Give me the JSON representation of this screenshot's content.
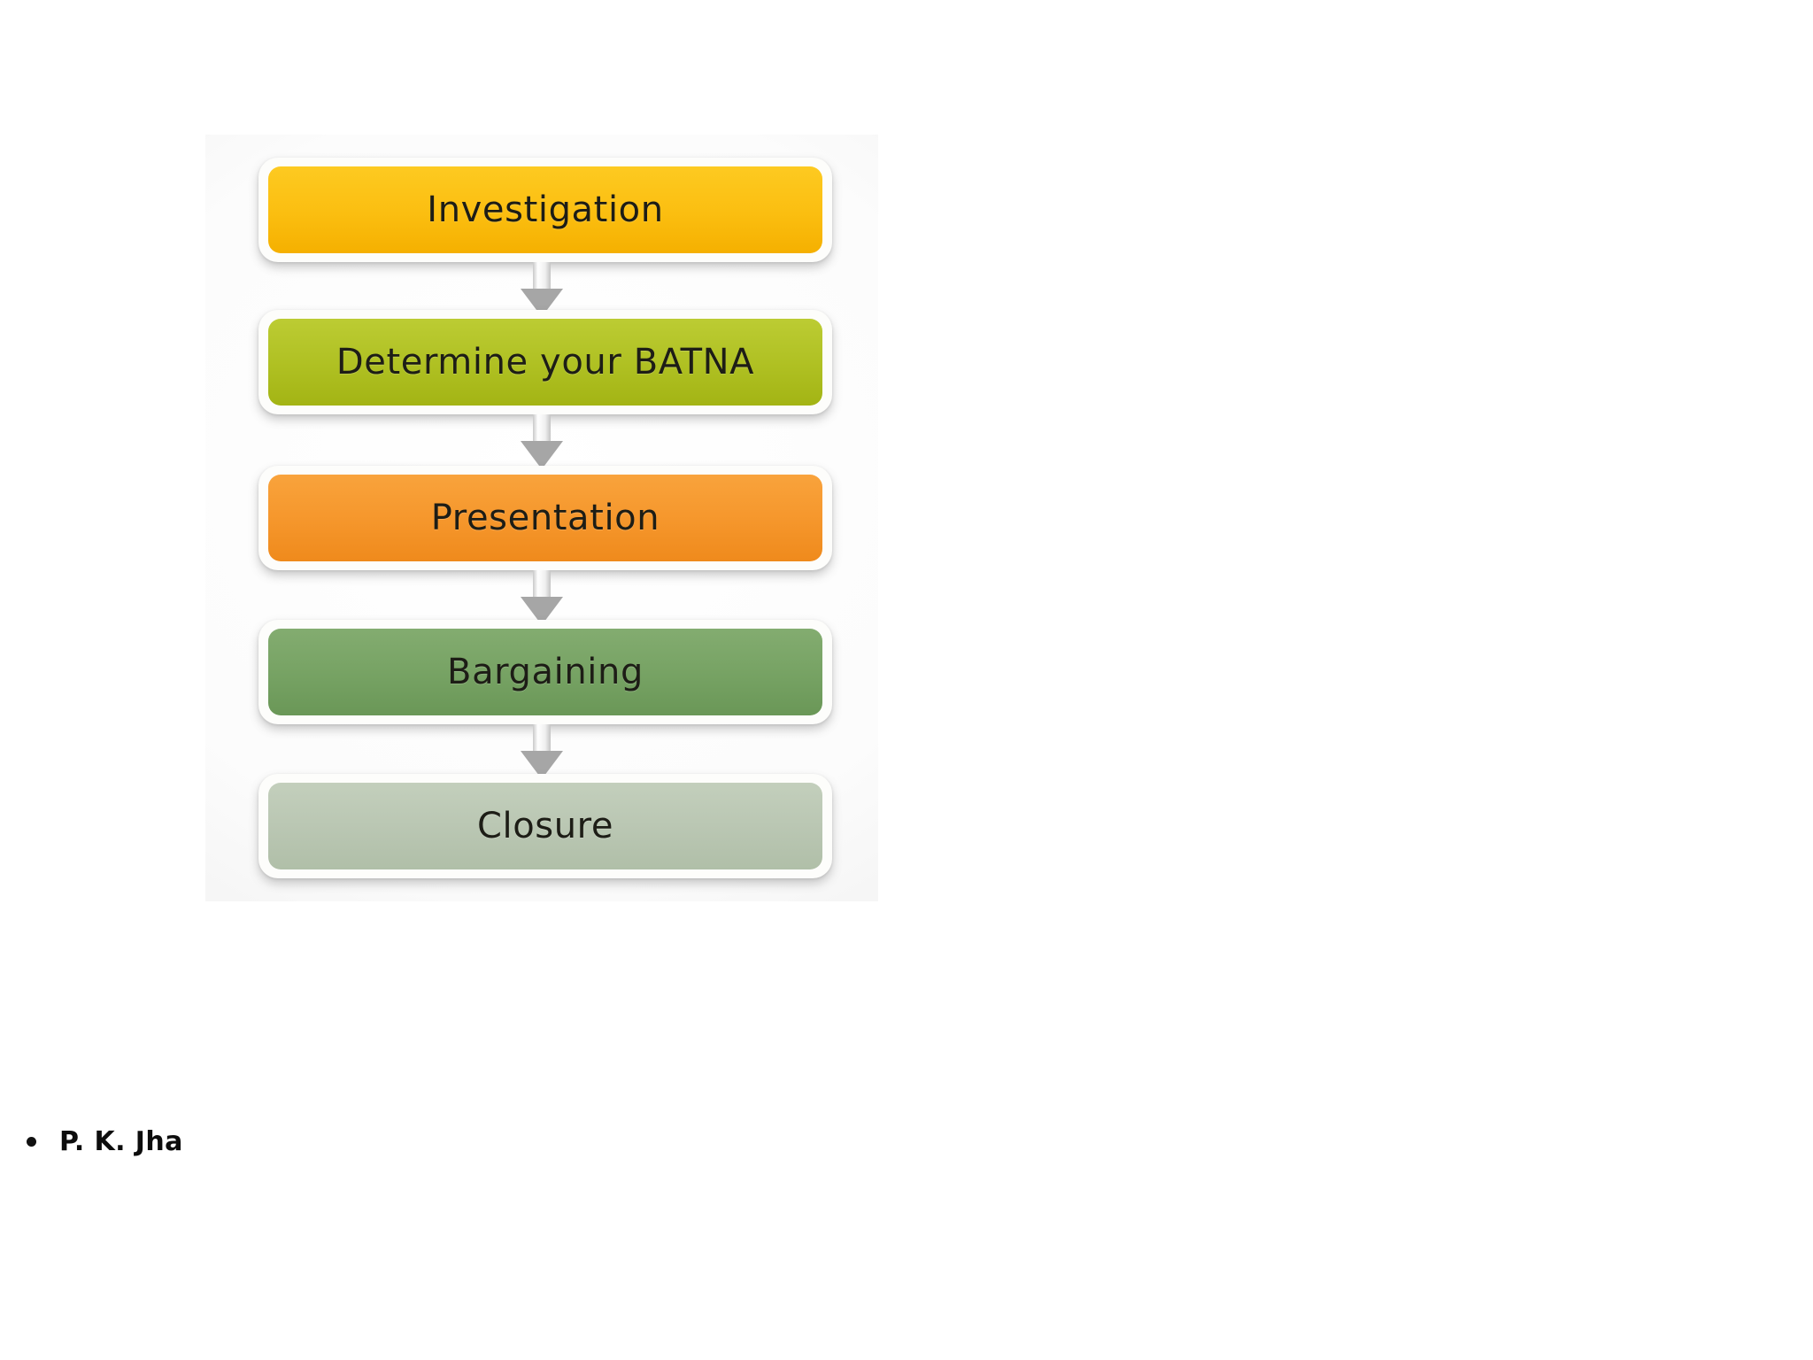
{
  "slide": {
    "background_color": "#ffffff",
    "author_bullet": {
      "bullet_glyph": "•",
      "text": "P. K. Jha"
    }
  },
  "figure": {
    "name": "negotiation-process-flowchart",
    "background_color": "#fbfbfb",
    "arrow_color": "#a6a6a6",
    "node_frame_color": "#fdfdfb",
    "label_color": "#1d1d16",
    "nodes": [
      {
        "id": "investigation",
        "label": "Investigation",
        "color": "#fbbe10",
        "color_top": "#fdca21",
        "color_bottom": "#f5b000"
      },
      {
        "id": "batna",
        "label": "Determine your BATNA",
        "color": "#afc022",
        "color_top": "#bccc33",
        "color_bottom": "#a3b414"
      },
      {
        "id": "presentation",
        "label": "Presentation",
        "color": "#f5962b",
        "color_top": "#f9a33c",
        "color_bottom": "#ef8a1c"
      },
      {
        "id": "bargaining",
        "label": "Bargaining",
        "color": "#76a263",
        "color_top": "#83ac70",
        "color_bottom": "#6a9757"
      },
      {
        "id": "closure",
        "label": "Closure",
        "color": "#b9c6b2",
        "color_top": "#c3cfbc",
        "color_bottom": "#b0bfa8"
      }
    ],
    "arrows": [
      {
        "id": "arrow-investigation-to-batna",
        "from": "investigation",
        "to": "batna",
        "direction": "down"
      },
      {
        "id": "arrow-batna-to-presentation",
        "from": "batna",
        "to": "presentation",
        "direction": "down"
      },
      {
        "id": "arrow-presentation-to-bargaining",
        "from": "presentation",
        "to": "bargaining",
        "direction": "down"
      },
      {
        "id": "arrow-bargaining-to-closure",
        "from": "bargaining",
        "to": "closure",
        "direction": "down"
      }
    ]
  }
}
